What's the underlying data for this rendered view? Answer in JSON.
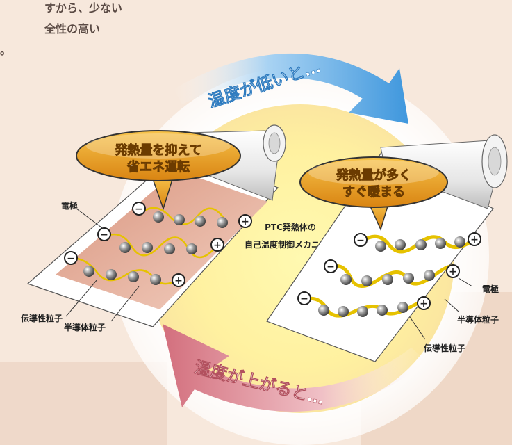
{
  "intro_lines": [
    "すから、少ない",
    "全性の高い",
    "。"
  ],
  "arrow_top_label": "温度が低いと…",
  "arrow_bottom_label": "温度が上がると…",
  "center_label": [
    "PTC発熱体の",
    "自己温度制御メカニズム"
  ],
  "left_panel": {
    "bubble": [
      "発熱量を抑えて",
      "省エネ運転"
    ],
    "callouts": {
      "electrode": "電極",
      "conductive": "伝導性粒子",
      "semiconductor": "半導体粒子"
    }
  },
  "right_panel": {
    "bubble": [
      "発熱量が多く",
      "すぐ暖まる"
    ],
    "callouts": {
      "electrode": "電極",
      "semiconductor": "半導体粒子",
      "conductive": "伝導性粒子"
    }
  },
  "colors": {
    "cool_arrow": "#4a9ee0",
    "warm_arrow": "#d87a86",
    "bubble": "#e8a020",
    "wire": "#e6c200",
    "glow": "#fff4a8"
  }
}
